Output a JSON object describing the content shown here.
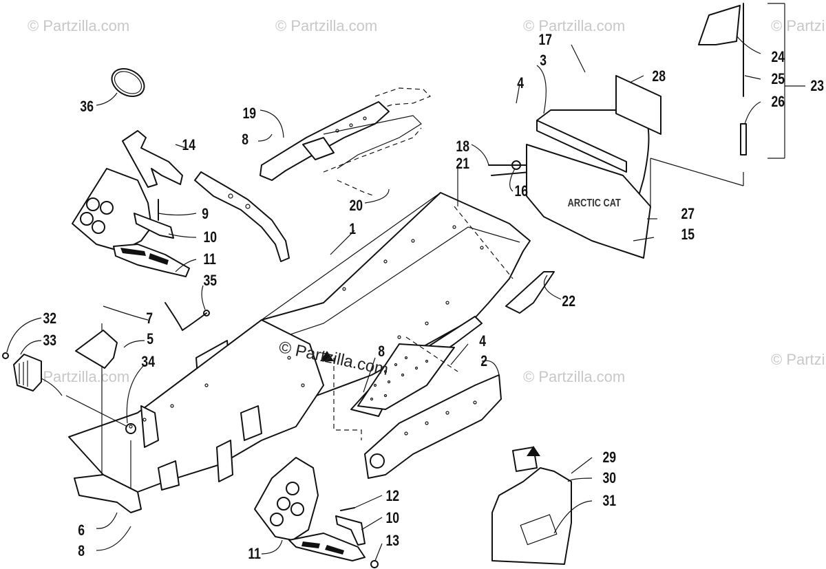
{
  "watermark": {
    "text": "© Partzilla.com",
    "center_text": "© Partzilla.com"
  },
  "callouts": [
    {
      "id": "c1",
      "label": "1"
    },
    {
      "id": "c2",
      "label": "2"
    },
    {
      "id": "c3",
      "label": "3"
    },
    {
      "id": "c4a",
      "label": "4"
    },
    {
      "id": "c4b",
      "label": "4"
    },
    {
      "id": "c5",
      "label": "5"
    },
    {
      "id": "c6",
      "label": "6"
    },
    {
      "id": "c7",
      "label": "7"
    },
    {
      "id": "c8a",
      "label": "8"
    },
    {
      "id": "c8b",
      "label": "8"
    },
    {
      "id": "c8c",
      "label": "8"
    },
    {
      "id": "c9",
      "label": "9"
    },
    {
      "id": "c10a",
      "label": "10"
    },
    {
      "id": "c10b",
      "label": "10"
    },
    {
      "id": "c11a",
      "label": "11"
    },
    {
      "id": "c11b",
      "label": "11"
    },
    {
      "id": "c12",
      "label": "12"
    },
    {
      "id": "c13",
      "label": "13"
    },
    {
      "id": "c14",
      "label": "14"
    },
    {
      "id": "c15",
      "label": "15"
    },
    {
      "id": "c16",
      "label": "16"
    },
    {
      "id": "c17",
      "label": "17"
    },
    {
      "id": "c18",
      "label": "18"
    },
    {
      "id": "c19",
      "label": "19"
    },
    {
      "id": "c20",
      "label": "20"
    },
    {
      "id": "c21",
      "label": "21"
    },
    {
      "id": "c22",
      "label": "22"
    },
    {
      "id": "c23",
      "label": "23"
    },
    {
      "id": "c24",
      "label": "24"
    },
    {
      "id": "c25",
      "label": "25"
    },
    {
      "id": "c26",
      "label": "26"
    },
    {
      "id": "c27",
      "label": "27"
    },
    {
      "id": "c28",
      "label": "28"
    },
    {
      "id": "c29",
      "label": "29"
    },
    {
      "id": "c30",
      "label": "30"
    },
    {
      "id": "c31",
      "label": "31"
    },
    {
      "id": "c32",
      "label": "32"
    },
    {
      "id": "c33",
      "label": "33"
    },
    {
      "id": "c34",
      "label": "34"
    },
    {
      "id": "c35",
      "label": "35"
    },
    {
      "id": "c36",
      "label": "36"
    }
  ],
  "flap_lettering": "ARCTIC CAT"
}
